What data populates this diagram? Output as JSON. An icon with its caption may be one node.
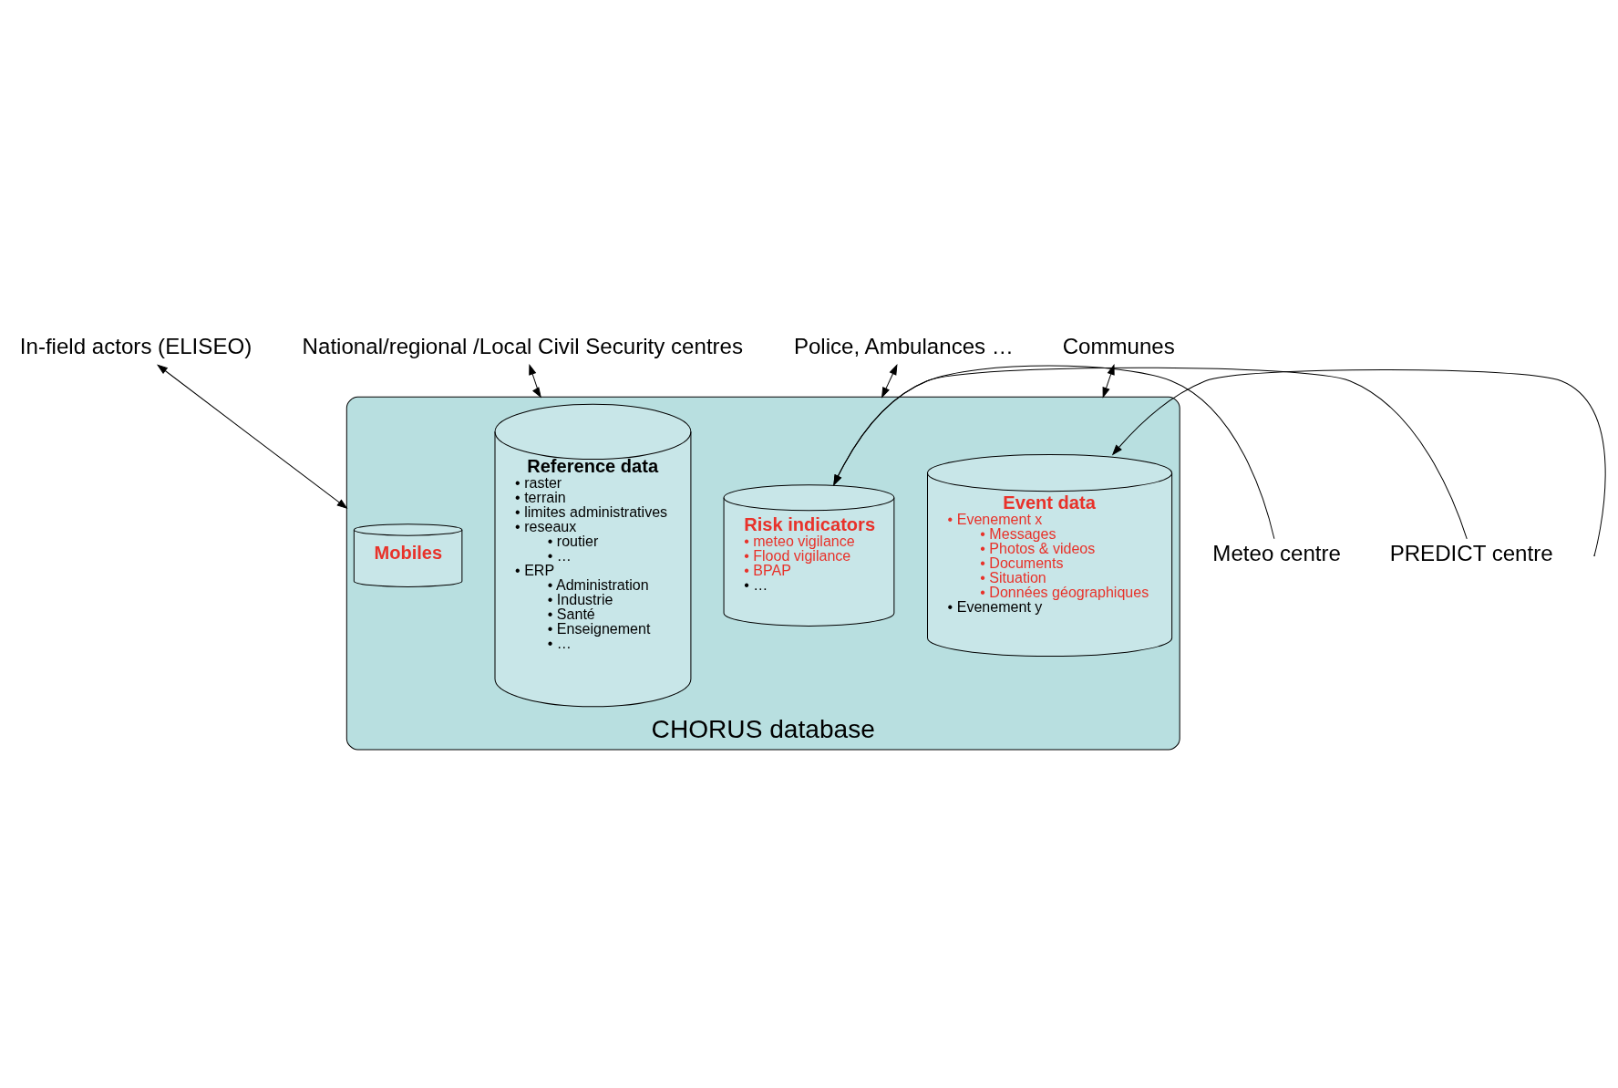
{
  "diagram": {
    "nodes": [
      {
        "text": [
          "In-field actors (ELISEO)"
        ]
      },
      {
        "text": [
          "National/regional /Local Civil Security centres"
        ]
      },
      {
        "text": [
          "Police, Ambulances …"
        ]
      },
      {
        "text": [
          "Communes"
        ]
      },
      {
        "text": [
          "CHORUS database"
        ]
      },
      {
        "text": [
          "Reference data",
          "• raster",
          "• terrain",
          "• limites administratives",
          "• reseaux",
          "• routier",
          "• …",
          "• ERP",
          "• Administration",
          "• Industrie",
          "• Santé",
          "• Enseignement",
          "• …"
        ],
        "in": 4
      },
      {
        "text": [
          "Event data",
          "• Evenement x",
          "• Messages",
          "• Photos & videos",
          "• Documents",
          "• Situation",
          "• Données géographiques",
          "• Evenement y"
        ],
        "in": 4
      },
      {
        "text": [
          "Risk indicators",
          "• meteo vigilance",
          "• Flood vigilance",
          "• BPAP",
          "• …"
        ],
        "in": 4
      },
      {
        "text": [
          "Mobiles"
        ],
        "in": 4
      },
      {
        "text": [
          "Meteo centre"
        ]
      },
      {
        "text": [
          "PREDICT centre"
        ]
      }
    ],
    "edges": [
      {
        "from": 0,
        "to": 4,
        "arrow": "both"
      },
      {
        "from": 1,
        "to": 4,
        "arrow": "both"
      },
      {
        "from": 2,
        "to": 4,
        "arrow": "both"
      },
      {
        "from": 3,
        "to": 4,
        "arrow": "both"
      },
      {
        "from": 9,
        "to": 7,
        "arrow": "to"
      },
      {
        "from": 10,
        "to": 7,
        "arrow": "to"
      },
      {
        "from": null,
        "to": 6,
        "arrow": "to"
      }
    ]
  }
}
